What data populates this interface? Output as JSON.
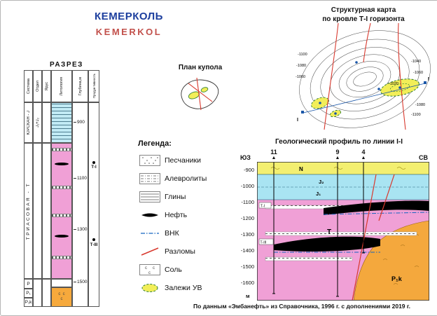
{
  "title": {
    "ru": "КЕМЕРКОЛЬ",
    "en": "KEMERKOL"
  },
  "razrez": {
    "title": "РАЗРЕЗ",
    "headers": {
      "system": "Система",
      "otdel": "Отдел",
      "yarus": "Ярус",
      "lith": "Литология",
      "depth": "Глубина,м",
      "prod": "Продук-тивность"
    },
    "system_jurassic": "ЮРСКАЯ - J",
    "system_triassic": "ТРИАСОВАЯ - Т",
    "otdel_jurassic": "J₁+J₂",
    "perm": [
      "Р",
      "Р₁",
      "Р₁k"
    ],
    "depths": [
      "900",
      "1100",
      "1300",
      "1500"
    ],
    "marker1": "Т-I",
    "marker2": "Т-III",
    "salt_letter": "с"
  },
  "dome": {
    "title": "План купола"
  },
  "legend": {
    "title": "Легенда:",
    "items": [
      {
        "label": "Песчаники"
      },
      {
        "label": "Алевролиты"
      },
      {
        "label": "Глины"
      },
      {
        "label": "Нефть"
      },
      {
        "label": "ВНК"
      },
      {
        "label": "Разломы"
      },
      {
        "label": "Соль"
      },
      {
        "label": "Залежи УВ"
      }
    ],
    "salt_letter": "с"
  },
  "map": {
    "title1": "Структурная карта",
    "title2": "по кровле Т-I горизонта",
    "contours": [
      "-1040",
      "-1060",
      "-1080",
      "-1100",
      "-1020",
      "-1100",
      "-1080",
      "-1060"
    ],
    "mark_left": "I",
    "mark_right": "I"
  },
  "profile": {
    "title": "Геологический профиль по линии I-I",
    "sw": "ЮЗ",
    "ne": "СВ",
    "wells": [
      "11",
      "9",
      "4"
    ],
    "depths": [
      "-900",
      "-1000",
      "-1100",
      "-1200",
      "-1300",
      "-1400",
      "-1500",
      "-1600"
    ],
    "unit": "м",
    "layers": {
      "n": "N",
      "j2": "J₂",
      "j1": "J₁",
      "t": "Т",
      "p1k": "Р₁k"
    },
    "tags": [
      "Т-I",
      "Т-III"
    ]
  },
  "footer": "По данным «Эмбанефть» из Справочника, 1996 г. с дополнениями 2019 г.",
  "colors": {
    "accent_blue": "#1d3f9e",
    "accent_red": "#c2504b",
    "fault_red": "#d8392e",
    "vnk_blue": "#1565c0",
    "deposit_yellow": "#f2ee58",
    "deposit_green": "#2e7d32"
  }
}
